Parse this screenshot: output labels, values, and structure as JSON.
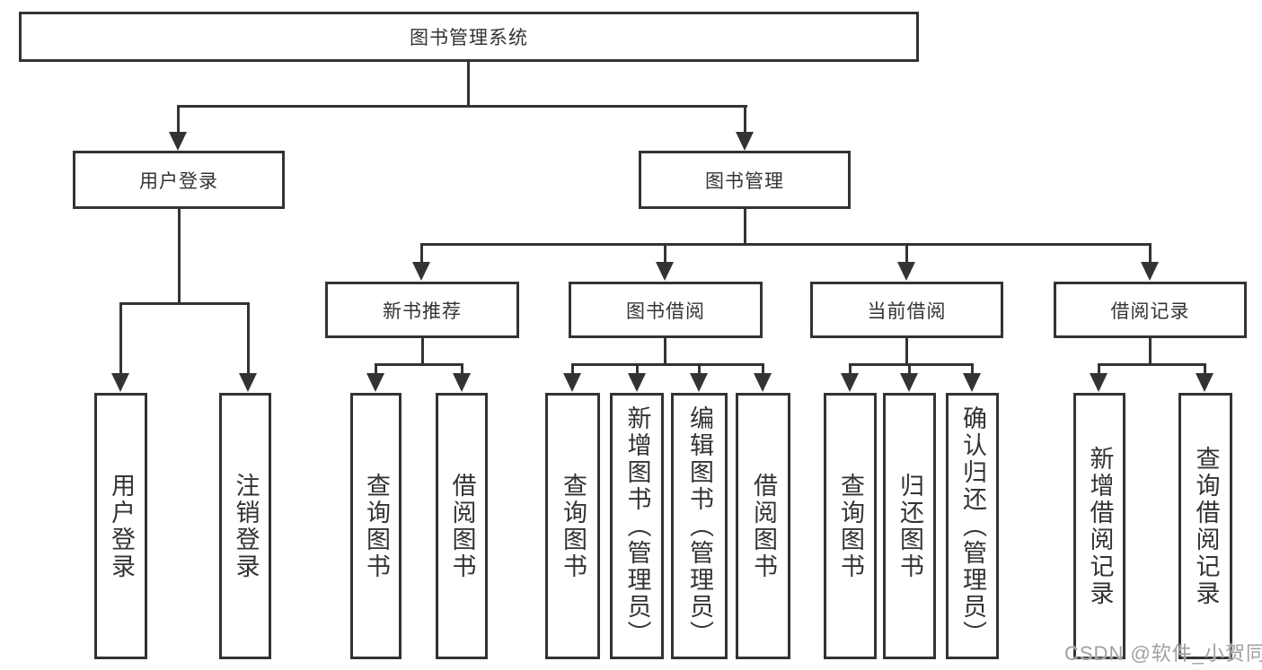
{
  "tree": {
    "root": "图书管理系统",
    "level2": [
      {
        "id": "user-login",
        "label": "用户登录",
        "parent": "root"
      },
      {
        "id": "book-management",
        "label": "图书管理",
        "parent": "root"
      }
    ],
    "level3": [
      {
        "id": "new-book-recommend",
        "label": "新书推荐",
        "parent": "book-management"
      },
      {
        "id": "book-borrow",
        "label": "图书借阅",
        "parent": "book-management"
      },
      {
        "id": "current-borrow",
        "label": "当前借阅",
        "parent": "book-management"
      },
      {
        "id": "borrow-records",
        "label": "借阅记录",
        "parent": "book-management"
      }
    ],
    "leaves": [
      {
        "id": "user-login-leaf",
        "label": "用户登录",
        "parent": "user-login"
      },
      {
        "id": "logout",
        "label": "注销登录",
        "parent": "user-login"
      },
      {
        "id": "query-book-recommend",
        "label": "查询图书",
        "parent": "new-book-recommend"
      },
      {
        "id": "borrow-book-recommend",
        "label": "借阅图书",
        "parent": "new-book-recommend"
      },
      {
        "id": "query-book-borrow",
        "label": "查询图书",
        "parent": "book-borrow"
      },
      {
        "id": "add-book-admin",
        "label": "新增图书（管理员）",
        "parent": "book-borrow"
      },
      {
        "id": "edit-book-admin",
        "label": "编辑图书（管理员）",
        "parent": "book-borrow"
      },
      {
        "id": "borrow-book",
        "label": "借阅图书",
        "parent": "book-borrow"
      },
      {
        "id": "query-book-current",
        "label": "查询图书",
        "parent": "current-borrow"
      },
      {
        "id": "return-book",
        "label": "归还图书",
        "parent": "current-borrow"
      },
      {
        "id": "confirm-return-admin",
        "label": "确认归还（管理员）",
        "parent": "current-borrow"
      },
      {
        "id": "add-borrow-record",
        "label": "新增借阅记录",
        "parent": "borrow-records"
      },
      {
        "id": "query-borrow-record",
        "label": "查询借阅记录",
        "parent": "borrow-records"
      }
    ]
  },
  "watermark": "CSDN @软件_小贺同学",
  "colors": {
    "line": "#333333",
    "text": "#333333",
    "background": "#ffffff",
    "watermark": "#a0a0a0"
  }
}
